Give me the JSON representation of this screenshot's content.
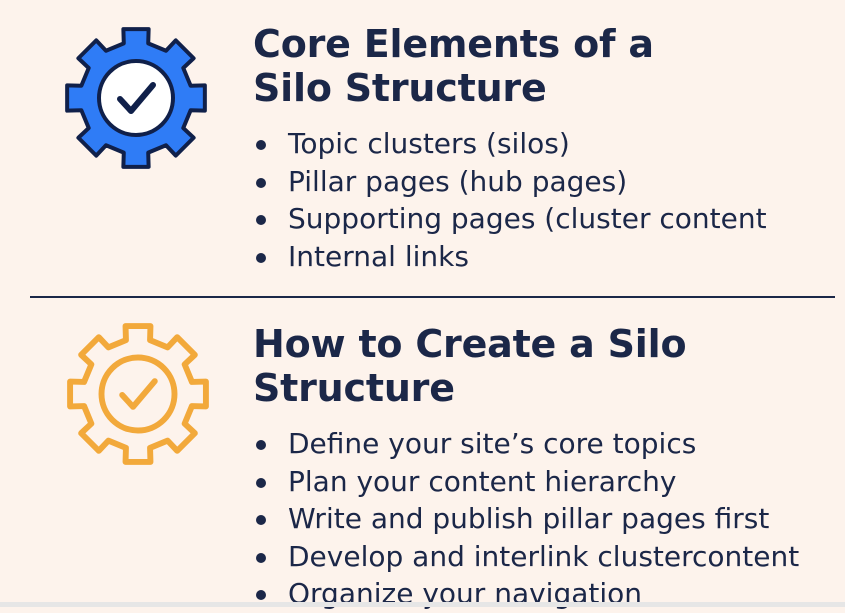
{
  "colors": {
    "background": "#fdf3ec",
    "text": "#1b2748",
    "gear_blue": "#2f7cf6",
    "gear_blue_outline": "#10204a",
    "gear_orange": "#f2a93b"
  },
  "sections": [
    {
      "icon": "gear-check-icon",
      "title_line1": "Core Elements of a",
      "title_line2": "Silo Structure",
      "items": [
        "Topic clusters (silos)",
        "Pillar pages (hub pages)",
        "Supporting pages (cluster content",
        "Internal links"
      ]
    },
    {
      "icon": "gear-check-icon",
      "title_line1": "How to Create a Silo",
      "title_line2": "Structure",
      "items": [
        "Define your site’s core topics",
        "Plan your content hierarchy",
        "Write and publish pillar pages first",
        "Develop and interlink clustercontent",
        "Organize your navigation"
      ]
    }
  ]
}
